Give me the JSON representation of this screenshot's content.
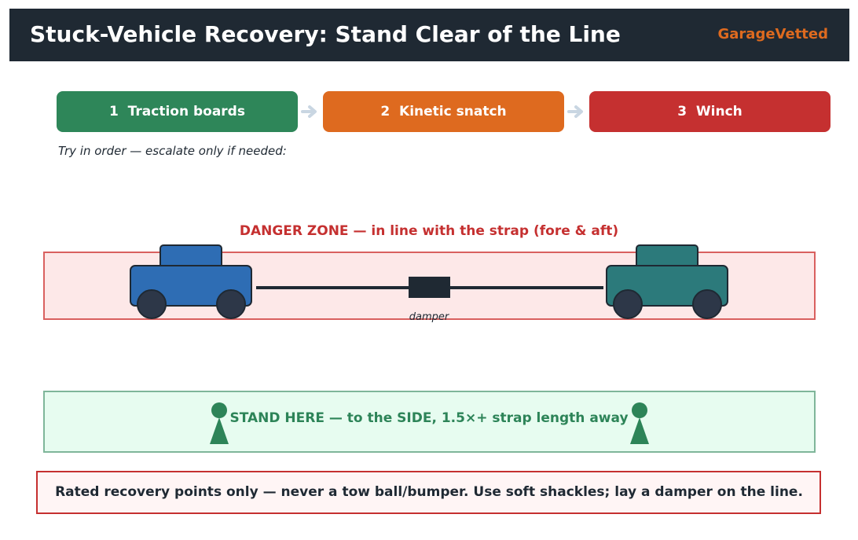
{
  "header": {
    "title": "Stuck-Vehicle Recovery: Stand Clear of the Line",
    "brand": "GarageVetted"
  },
  "steps": [
    {
      "label": "1  Traction boards",
      "color": "#2e8659"
    },
    {
      "label": "2  Kinetic snatch",
      "color": "#de6a1f"
    },
    {
      "label": "3  Winch",
      "color": "#c53030"
    }
  ],
  "hint": "Try in order — escalate only if needed:",
  "danger": {
    "title": "DANGER ZONE — in line with the strap (fore & aft)",
    "damper_label": "damper"
  },
  "vehicles": [
    {
      "name": "stuck-vehicle",
      "color": "#2e6db4"
    },
    {
      "name": "recovery-vehicle",
      "color": "#2c7a7b"
    }
  ],
  "safe": {
    "text": "STAND HERE — to the SIDE, 1.5×+ strap length away"
  },
  "footer": {
    "text": "Rated recovery points only — never a tow ball/bumper. Use soft shackles; lay a damper on the line."
  }
}
